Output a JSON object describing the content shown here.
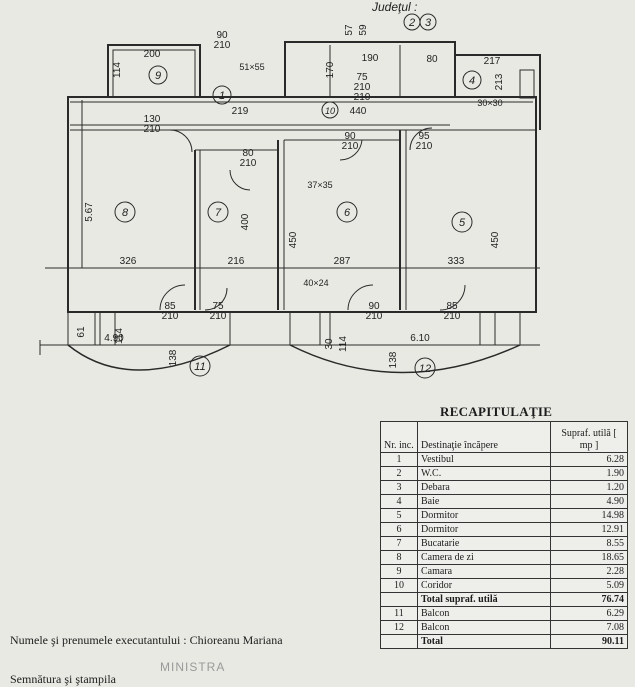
{
  "header": {
    "judet_label": "Judeţul :"
  },
  "plan": {
    "rooms": [
      {
        "num": "1",
        "name": "Vestibul"
      },
      {
        "num": "2",
        "name": "W.C."
      },
      {
        "num": "3",
        "name": "Debara"
      },
      {
        "num": "4",
        "name": "Baie"
      },
      {
        "num": "5",
        "name": "Dormitor"
      },
      {
        "num": "6",
        "name": "Dormitor"
      },
      {
        "num": "7",
        "name": "Bucatarie"
      },
      {
        "num": "8",
        "name": "Camera de zi"
      },
      {
        "num": "9",
        "name": "Camara"
      },
      {
        "num": "10",
        "name": "Coridor"
      },
      {
        "num": "11",
        "name": "Balcon"
      },
      {
        "num": "12",
        "name": "Balcon"
      }
    ],
    "dims": {
      "d200": "200",
      "d114a": "114",
      "d90_210a": "90",
      "d210a": "210",
      "d51_55": "51×55",
      "d170": "170",
      "d190": "190",
      "d210b": "210",
      "d80a": "80",
      "d217": "217",
      "d213": "213",
      "d30x30": "30×30",
      "d57": "57",
      "d59": "59",
      "d75": "75",
      "d210c": "210",
      "d219": "219",
      "d440": "440",
      "d130": "130",
      "d210d": "210",
      "d80b": "80",
      "d210e": "210",
      "d90b": "90",
      "d210f": "210",
      "d95": "95",
      "d210g": "210",
      "d567": "5.67",
      "d400": "400",
      "d450a": "450",
      "d450b": "450",
      "d37x35": "37×35",
      "d326": "326",
      "d216": "216",
      "d287": "287",
      "d333": "333",
      "d40x24": "40×24",
      "d85a": "85",
      "d210h": "210",
      "d75b": "75",
      "d210i": "210",
      "d90c": "90",
      "d210j": "210",
      "d85b": "85",
      "d210k": "210",
      "d490": "4.90",
      "d610": "6.10",
      "d138a": "138",
      "d138b": "138",
      "d114b": "114",
      "d114c": "114",
      "d30": "30",
      "d61": "61"
    }
  },
  "recap": {
    "title": "RECAPITULAŢIE",
    "headers": {
      "nr": "Nr. inc.",
      "destinatie": "Destinaţie încăpere",
      "suprafata": "Supraf. utilă [ mp ]"
    },
    "rows": [
      {
        "nr": "1",
        "name": "Vestibul",
        "area": "6.28"
      },
      {
        "nr": "2",
        "name": "W.C.",
        "area": "1.90"
      },
      {
        "nr": "3",
        "name": "Debara",
        "area": "1.20"
      },
      {
        "nr": "4",
        "name": "Baie",
        "area": "4.90"
      },
      {
        "nr": "5",
        "name": "Dormitor",
        "area": "14.98"
      },
      {
        "nr": "6",
        "name": "Dormitor",
        "area": "12.91"
      },
      {
        "nr": "7",
        "name": "Bucatarie",
        "area": "8.55"
      },
      {
        "nr": "8",
        "name": "Camera de zi",
        "area": "18.65"
      },
      {
        "nr": "9",
        "name": "Camara",
        "area": "2.28"
      },
      {
        "nr": "10",
        "name": "Coridor",
        "area": "5.09"
      }
    ],
    "total_utila": {
      "label": "Total supraf. utilă",
      "area": "76.74"
    },
    "balcony_rows": [
      {
        "nr": "11",
        "name": "Balcon",
        "area": "6.29"
      },
      {
        "nr": "12",
        "name": "Balcon",
        "area": "7.08"
      }
    ],
    "total": {
      "label": "Total",
      "area": "90.11"
    }
  },
  "footer": {
    "executant": "Numele şi prenumele executantului : Chioreanu Mariana",
    "semnatura": "Semnătura şi ştampila",
    "stamp_text": "MINISTRA"
  }
}
